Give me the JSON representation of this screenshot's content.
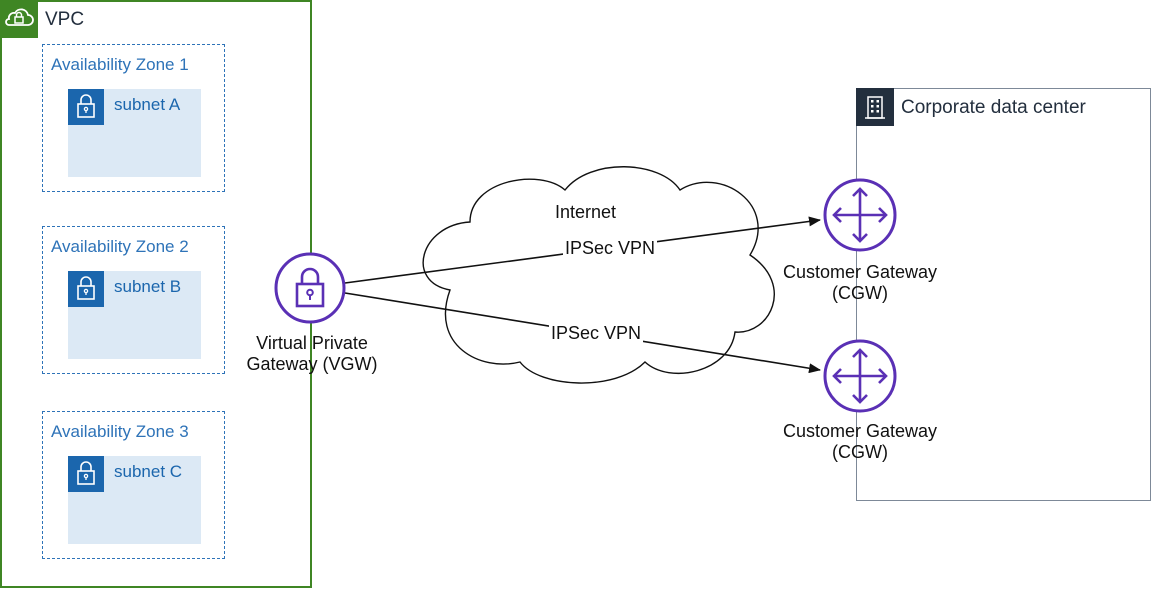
{
  "vpc": {
    "label": "VPC"
  },
  "zones": [
    {
      "label": "Availability Zone 1",
      "subnet": "subnet A"
    },
    {
      "label": "Availability Zone 2",
      "subnet": "subnet B"
    },
    {
      "label": "Availability Zone 3",
      "subnet": "subnet C"
    }
  ],
  "vgw": {
    "line1": "Virtual Private",
    "line2": "Gateway (VGW)"
  },
  "internet": {
    "label": "Internet"
  },
  "vpn": {
    "top": "IPSec VPN",
    "bottom": "IPSec VPN"
  },
  "datacenter": {
    "label": "Corporate data center"
  },
  "cgw": [
    {
      "line1": "Customer Gateway",
      "line2": "(CGW)"
    },
    {
      "line1": "Customer Gateway",
      "line2": "(CGW)"
    }
  ],
  "colors": {
    "vpc_green": "#3f8624",
    "az_blue": "#2e73b8",
    "subnet_fill": "#dce9f5",
    "gateway_purple": "#5a30b5",
    "datacenter_dark": "#232f3e"
  },
  "icons": {
    "vpc": "cloud-lock-icon",
    "subnet": "lock-icon",
    "vgw": "vpn-gateway-icon",
    "datacenter": "building-icon",
    "cgw": "router-icon"
  }
}
